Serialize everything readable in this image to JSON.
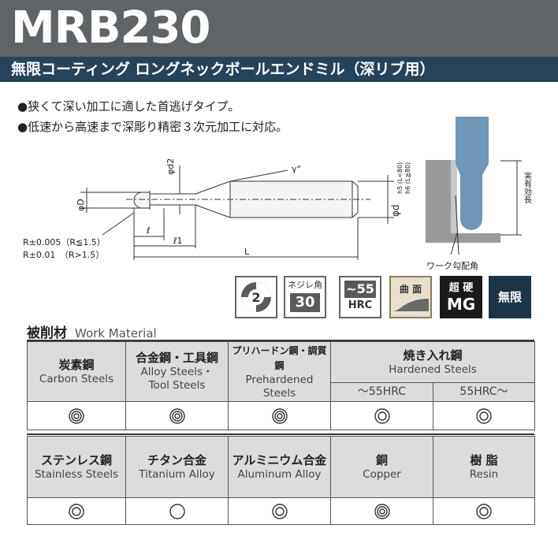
{
  "title": "MRB230",
  "subtitle": "無限コーティング ロングネックボールエンドミル（深リブ用）",
  "features": [
    "●狭くて深い加工に適した首逃げタイプ。",
    "●低速から高速まで深彫り精密３次元加工に対応。"
  ],
  "drawing": {
    "label_phi_d2": "φd2",
    "label_gamma": "γ°",
    "label_phi_D": "φD",
    "label_phi_d": "φd",
    "label_h5": "h5 (L<80)",
    "label_h6": "h6 (L≧80)",
    "label_l": "ℓ",
    "label_l1": "ℓ1",
    "label_L": "L",
    "tol_1": "R±0.005（R≦1.5）",
    "tol_2": "R±0.01　（R>1.5）",
    "side_label_1": "実有効長",
    "side_label_2": "ワーク勾配角"
  },
  "specs": {
    "flutes": "2",
    "helix_label": "ネジレ角",
    "helix_value": "30",
    "hardness_value": "~55",
    "hardness_unit": "HRC",
    "surface_label": "曲 面",
    "carbide_label": "超 硬",
    "carbide_grade": "MG",
    "coating_label": "無限"
  },
  "work_material": {
    "title_jp": "被削材",
    "title_en": "Work Material",
    "row1": [
      {
        "jp": "炭素鋼",
        "en": "Carbon Steels",
        "rating": "double"
      },
      {
        "jp": "合金鋼・工具鋼",
        "en": "Alloy Steels・Tool Steels",
        "en1": "Alloy Steels・",
        "en2": "Tool Steels",
        "rating": "double"
      },
      {
        "jp": "プリハードン鋼・調質鋼",
        "en": "Prehardened Steels",
        "en1": "Prehardened",
        "en2": "Steels",
        "rating": "double"
      }
    ],
    "hardened": {
      "jp": "焼き入れ鋼",
      "en": "Hardened Steels",
      "sub1": "～55HRC",
      "sub2": "55HRC～",
      "rating1": "single",
      "rating2": "single"
    },
    "row2": [
      {
        "jp": "ステンレス鋼",
        "en": "Stainless Steels",
        "rating": "single"
      },
      {
        "jp": "チタン合金",
        "en": "Titanium Alloy",
        "rating": "open"
      },
      {
        "jp": "アルミニウム合金",
        "en": "Aluminum Alloy",
        "rating": "single"
      },
      {
        "jp": "銅",
        "en": "Copper",
        "rating": "double"
      },
      {
        "jp": "樹 脂",
        "en": "Resin",
        "rating": "single"
      }
    ]
  }
}
